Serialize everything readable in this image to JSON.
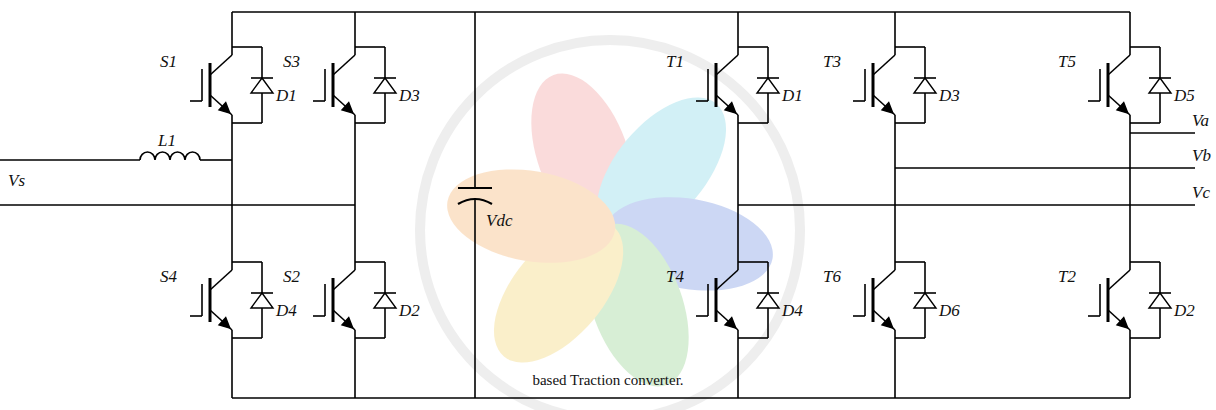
{
  "diagram": {
    "caption": "based Traction converter.",
    "labels": [
      "S1",
      "D1",
      "S3",
      "D3",
      "L1",
      "Vs",
      "S4",
      "D4",
      "S2",
      "D2",
      "Vdc",
      "T1",
      "D1",
      "T3",
      "D3",
      "T5",
      "D5",
      "Va",
      "Vb",
      "Vc",
      "T4",
      "D4",
      "T6",
      "D6",
      "T2",
      "D2"
    ]
  }
}
